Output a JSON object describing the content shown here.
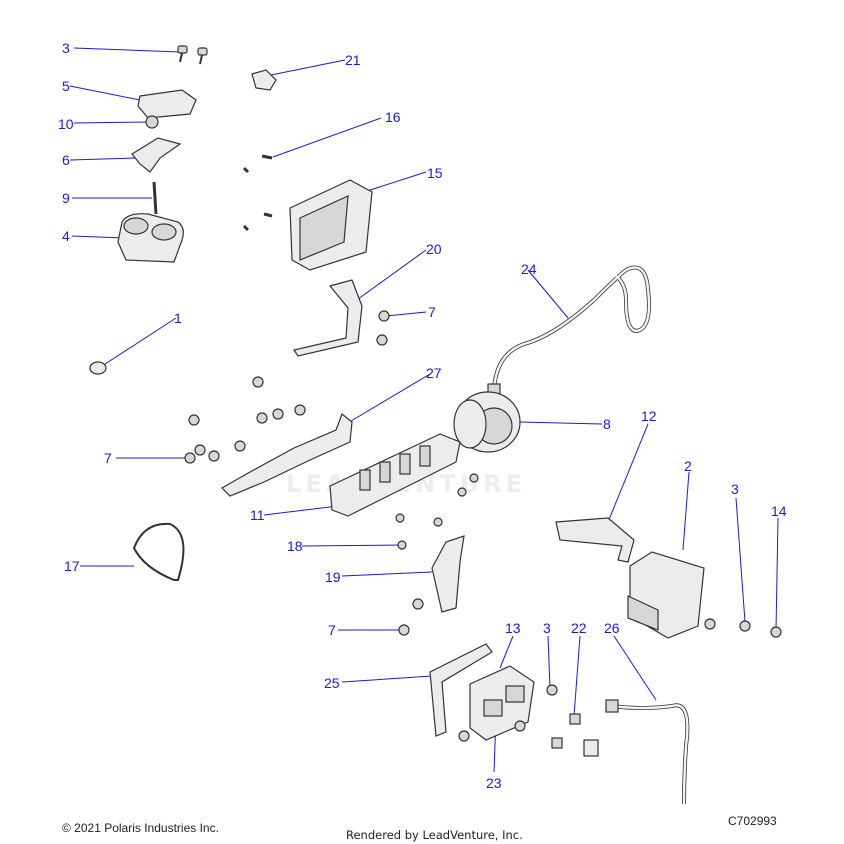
{
  "diagram": {
    "callouts": [
      "3",
      "21",
      "5",
      "10",
      "16",
      "6",
      "15",
      "9",
      "4",
      "20",
      "24",
      "7",
      "1",
      "27",
      "8",
      "7",
      "12",
      "2",
      "3",
      "14",
      "11",
      "18",
      "17",
      "19",
      "7",
      "13",
      "3",
      "22",
      "26",
      "25",
      "23"
    ],
    "watermark_text": "LEADVENTURE",
    "drawing_id": "C702993"
  },
  "footer": {
    "copyright": "© 2021 Polaris Industries Inc.",
    "rendered_by": "Rendered by LeadVenture, Inc."
  }
}
